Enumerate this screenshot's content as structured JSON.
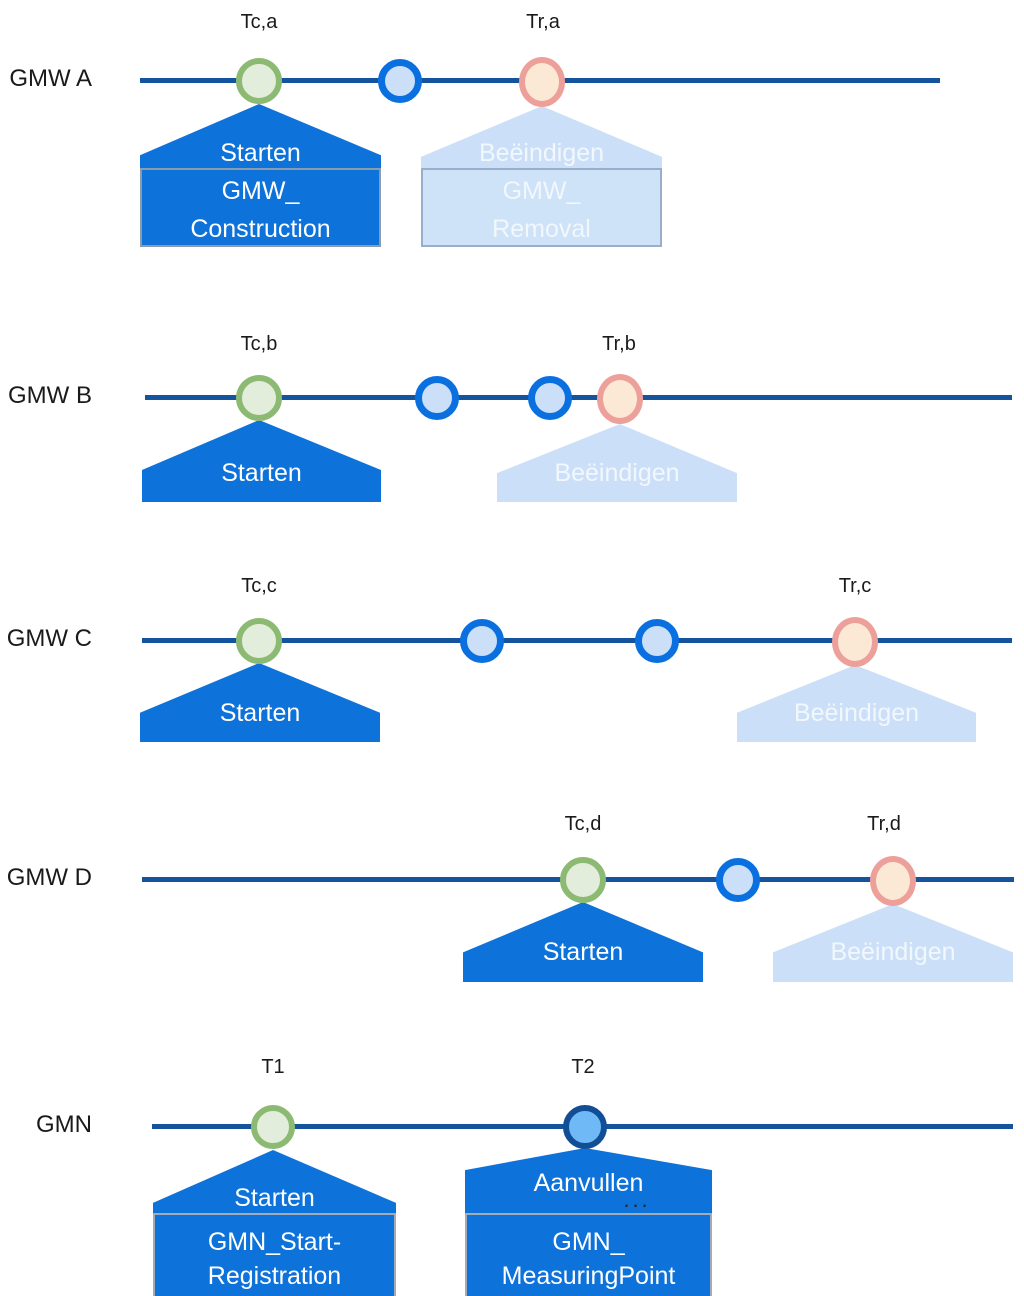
{
  "diagram": {
    "rows": [
      {
        "label": "GMW A",
        "time_labels": {
          "start": "Tc,a",
          "end": "Tr,a"
        },
        "callouts": [
          {
            "title": "Starten",
            "style": "active",
            "box_line1": "GMW_",
            "box_line2": "Construction"
          },
          {
            "title": "Beëindigen",
            "style": "inactive",
            "box_line1": "GMW_",
            "box_line2": "Removal"
          }
        ]
      },
      {
        "label": "GMW B",
        "time_labels": {
          "start": "Tc,b",
          "end": "Tr,b"
        },
        "callouts": [
          {
            "title": "Starten",
            "style": "active"
          },
          {
            "title": "Beëindigen",
            "style": "inactive"
          }
        ]
      },
      {
        "label": "GMW C",
        "time_labels": {
          "start": "Tc,c",
          "end": "Tr,c"
        },
        "callouts": [
          {
            "title": "Starten",
            "style": "active"
          },
          {
            "title": "Beëindigen",
            "style": "inactive"
          }
        ]
      },
      {
        "label": "GMW D",
        "time_labels": {
          "start": "Tc,d",
          "end": "Tr,d"
        },
        "callouts": [
          {
            "title": "Starten",
            "style": "active"
          },
          {
            "title": "Beëindigen",
            "style": "inactive"
          }
        ]
      },
      {
        "label": "GMN",
        "time_labels": {
          "start": "T1",
          "end": "T2"
        },
        "callouts": [
          {
            "title": "Starten",
            "style": "active",
            "box_line1": "GMN_Start-",
            "box_line2": "Registration"
          },
          {
            "title": "Aanvullen",
            "style": "active",
            "ellipsis": "...",
            "box_line1": "GMN_",
            "box_line2": "MeasuringPoint"
          }
        ]
      }
    ],
    "colors": {
      "timeline": "#15549C",
      "callout_active": "#0D72D9",
      "callout_inactive": "#CBE0F8",
      "marker_start_ring": "#8CBA73",
      "marker_start_fill": "#E3EDDB",
      "marker_event_ring": "#0A70E0",
      "marker_event_fill": "#CBE0F8",
      "marker_removal_ring": "#EDA09A",
      "marker_removal_fill": "#FBE9D6",
      "marker_t2_ring": "#124E96",
      "marker_t2_fill": "#6FB9F7"
    }
  }
}
